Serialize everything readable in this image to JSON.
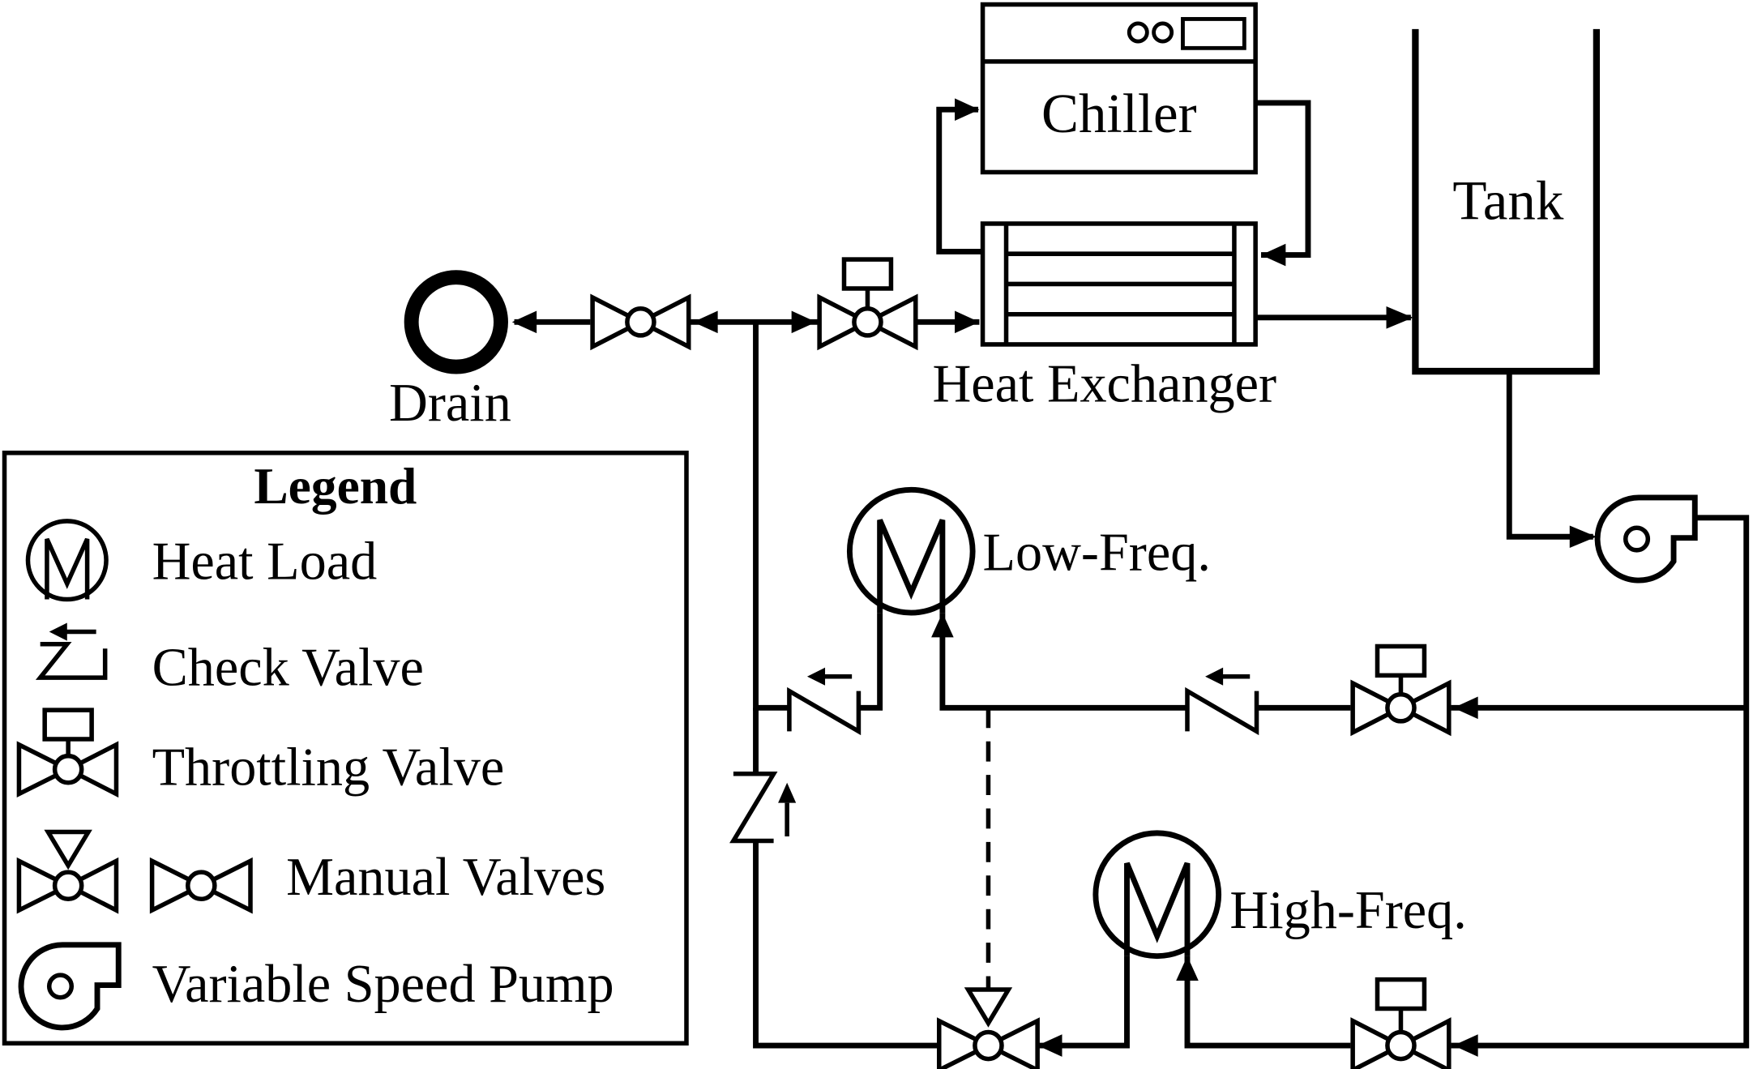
{
  "components": {
    "drain": "Drain",
    "chiller": "Chiller",
    "tank": "Tank",
    "heat_exchanger": "Heat Exchanger",
    "low_freq_load": "Low-Freq.",
    "high_freq_load": "High-Freq."
  },
  "legend": {
    "title": "Legend",
    "items": [
      {
        "symbol": "heat-load-icon",
        "label": "Heat Load"
      },
      {
        "symbol": "check-valve-icon",
        "label": "Check Valve"
      },
      {
        "symbol": "throttling-valve-icon",
        "label": "Throttling Valve"
      },
      {
        "symbol": "manual-valve-icon",
        "label": "Manual Valves"
      },
      {
        "symbol": "variable-speed-pump-icon",
        "label": "Variable Speed Pump"
      }
    ]
  },
  "colors": {
    "line": "#000000",
    "background": "#ffffff"
  }
}
